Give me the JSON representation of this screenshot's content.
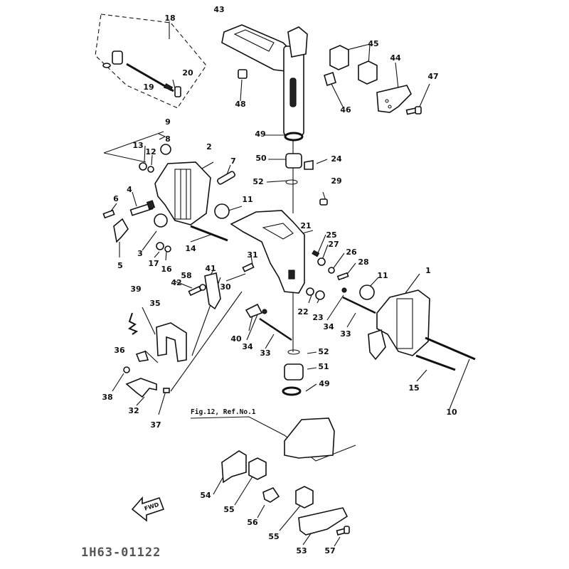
{
  "diagram": {
    "reference_label": "Fig.12, Ref.No.1",
    "footer_code": "1H63-01122",
    "fwd_label": "FWD",
    "callouts": [
      {
        "id": "c43",
        "text": "43"
      },
      {
        "id": "c18",
        "text": "18"
      },
      {
        "id": "c20",
        "text": "20"
      },
      {
        "id": "c19",
        "text": "19"
      },
      {
        "id": "c45",
        "text": "45"
      },
      {
        "id": "c44",
        "text": "44"
      },
      {
        "id": "c47",
        "text": "47"
      },
      {
        "id": "c48",
        "text": "48"
      },
      {
        "id": "c46",
        "text": "46"
      },
      {
        "id": "c9",
        "text": "9"
      },
      {
        "id": "c8",
        "text": "8"
      },
      {
        "id": "c49a",
        "text": "49"
      },
      {
        "id": "c13",
        "text": "13"
      },
      {
        "id": "c12",
        "text": "12"
      },
      {
        "id": "c2",
        "text": "2"
      },
      {
        "id": "c7",
        "text": "7"
      },
      {
        "id": "c50",
        "text": "50"
      },
      {
        "id": "c24",
        "text": "24"
      },
      {
        "id": "c52a",
        "text": "52"
      },
      {
        "id": "c29",
        "text": "29"
      },
      {
        "id": "c4",
        "text": "4"
      },
      {
        "id": "c6",
        "text": "6"
      },
      {
        "id": "c11a",
        "text": "11"
      },
      {
        "id": "c21",
        "text": "21"
      },
      {
        "id": "c25",
        "text": "25"
      },
      {
        "id": "c27",
        "text": "27"
      },
      {
        "id": "c26",
        "text": "26"
      },
      {
        "id": "c28",
        "text": "28"
      },
      {
        "id": "c5",
        "text": "5"
      },
      {
        "id": "c3",
        "text": "3"
      },
      {
        "id": "c14",
        "text": "14"
      },
      {
        "id": "c17",
        "text": "17"
      },
      {
        "id": "c16",
        "text": "16"
      },
      {
        "id": "c31",
        "text": "31"
      },
      {
        "id": "c41",
        "text": "41"
      },
      {
        "id": "c58",
        "text": "58"
      },
      {
        "id": "c42",
        "text": "42"
      },
      {
        "id": "c30",
        "text": "30"
      },
      {
        "id": "c11b",
        "text": "11"
      },
      {
        "id": "c1",
        "text": "1"
      },
      {
        "id": "c39",
        "text": "39"
      },
      {
        "id": "c35",
        "text": "35"
      },
      {
        "id": "c22",
        "text": "22"
      },
      {
        "id": "c23",
        "text": "23"
      },
      {
        "id": "c34a",
        "text": "34"
      },
      {
        "id": "c40",
        "text": "40"
      },
      {
        "id": "c34b",
        "text": "34"
      },
      {
        "id": "c33a",
        "text": "33"
      },
      {
        "id": "c33b",
        "text": "33"
      },
      {
        "id": "c36",
        "text": "36"
      },
      {
        "id": "c52b",
        "text": "52"
      },
      {
        "id": "c51",
        "text": "51"
      },
      {
        "id": "c49b",
        "text": "49"
      },
      {
        "id": "c38",
        "text": "38"
      },
      {
        "id": "c32",
        "text": "32"
      },
      {
        "id": "c37",
        "text": "37"
      },
      {
        "id": "c15",
        "text": "15"
      },
      {
        "id": "c10",
        "text": "10"
      },
      {
        "id": "c54",
        "text": "54"
      },
      {
        "id": "c55a",
        "text": "55"
      },
      {
        "id": "c56",
        "text": "56"
      },
      {
        "id": "c55b",
        "text": "55"
      },
      {
        "id": "c53",
        "text": "53"
      },
      {
        "id": "c57",
        "text": "57"
      }
    ]
  }
}
